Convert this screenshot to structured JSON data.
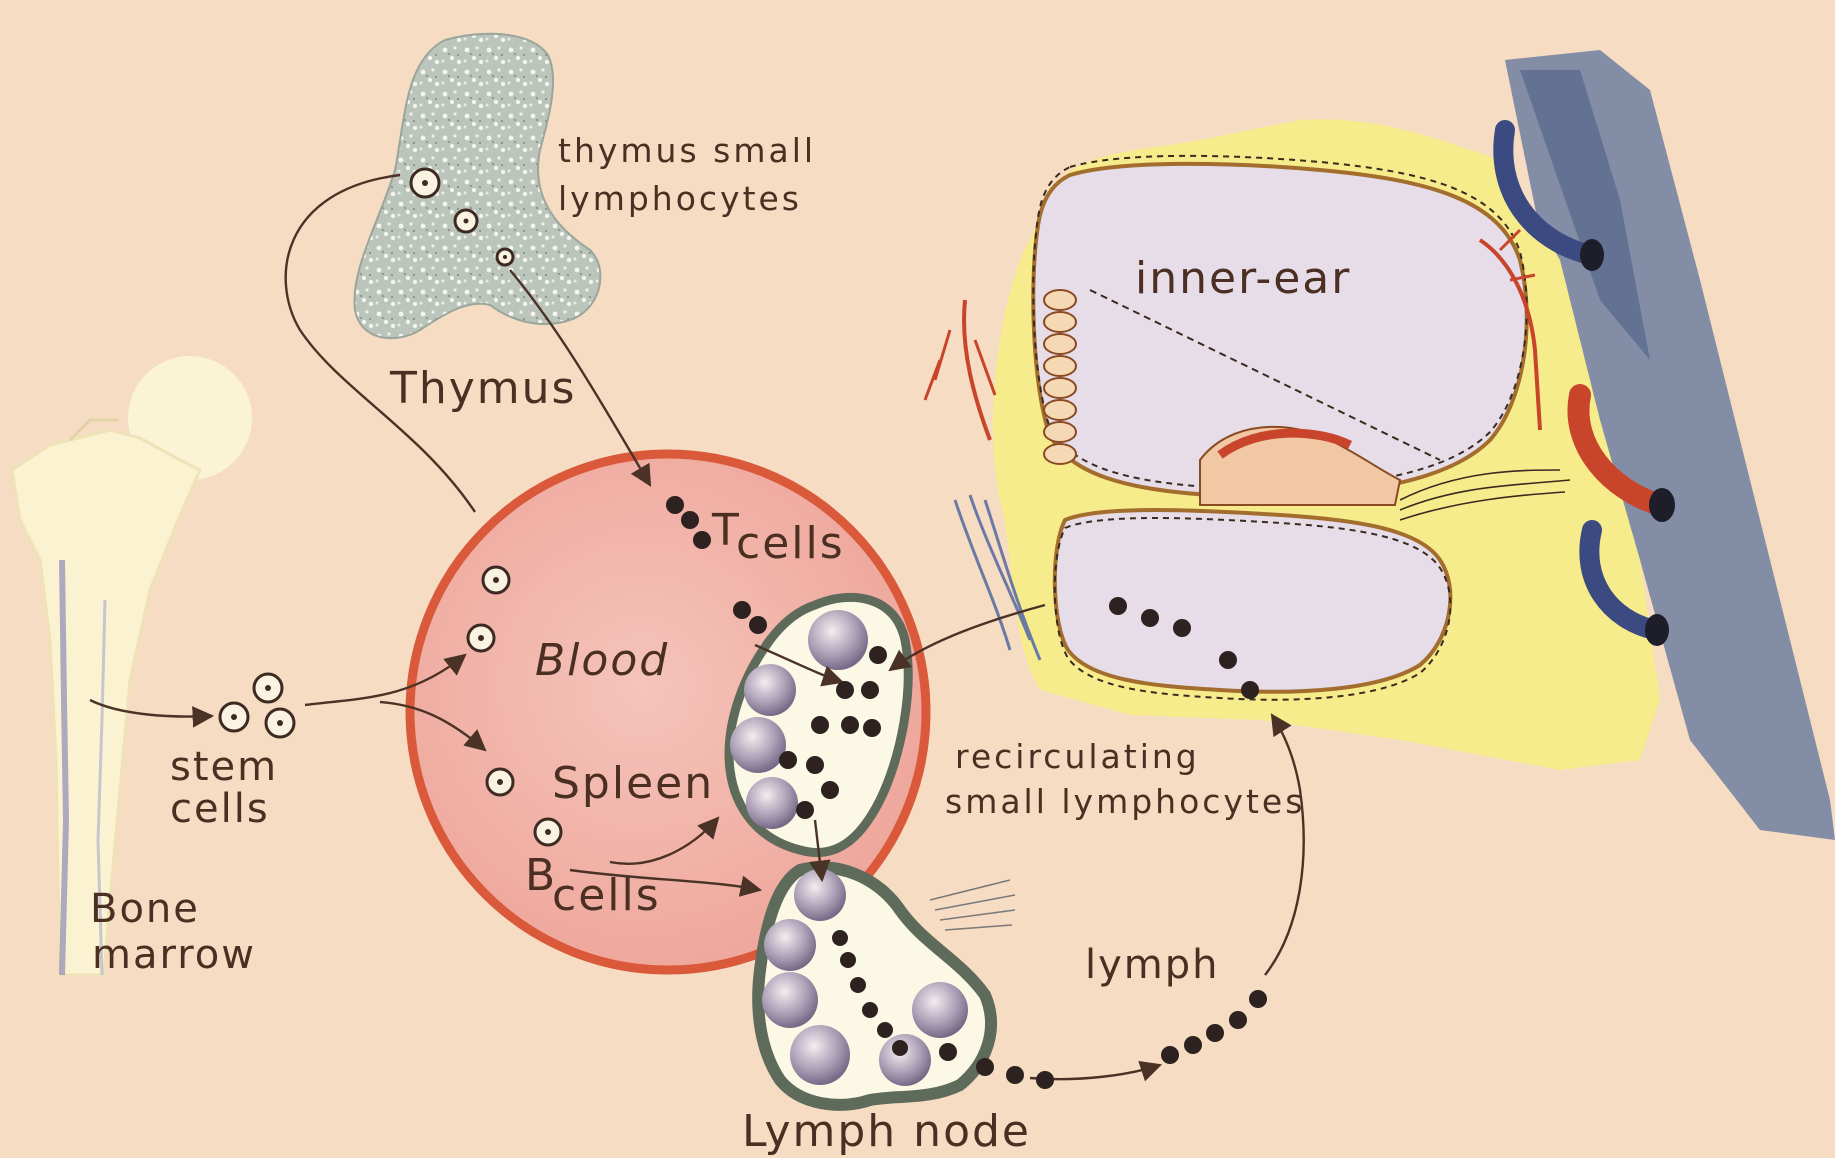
{
  "labels": {
    "thymus_small_line1": "thymus small",
    "thymus_small_line2": "lymphocytes",
    "thymus": "Thymus",
    "t_cells_T": "T",
    "t_cells_rest": "cells",
    "blood": "Blood",
    "spleen": "Spleen",
    "b_cells_B": "B",
    "b_cells_rest": "cells",
    "stem_line1": "stem",
    "stem_line2": "cells",
    "bone_line1": "Bone",
    "bone_line2": "marrow",
    "inner_ear": "inner-ear",
    "recirc_line1": "recirculating",
    "recirc_line2": "small lymphocytes",
    "lymph": "lymph",
    "lymph_node": "Lymph node"
  },
  "colors": {
    "background": "#f6dcc2",
    "blood_circle": "#d9593a",
    "blood_fill": "#f2b8ab",
    "thymus": "#c9d0c6",
    "inner_ear_yellow": "#f7ec8c",
    "inner_ear_chamber": "#e3dbe6",
    "tissue_blue": "#5f6f92",
    "vessel_red": "#c8452c",
    "node_outline": "#5e6a5a"
  }
}
